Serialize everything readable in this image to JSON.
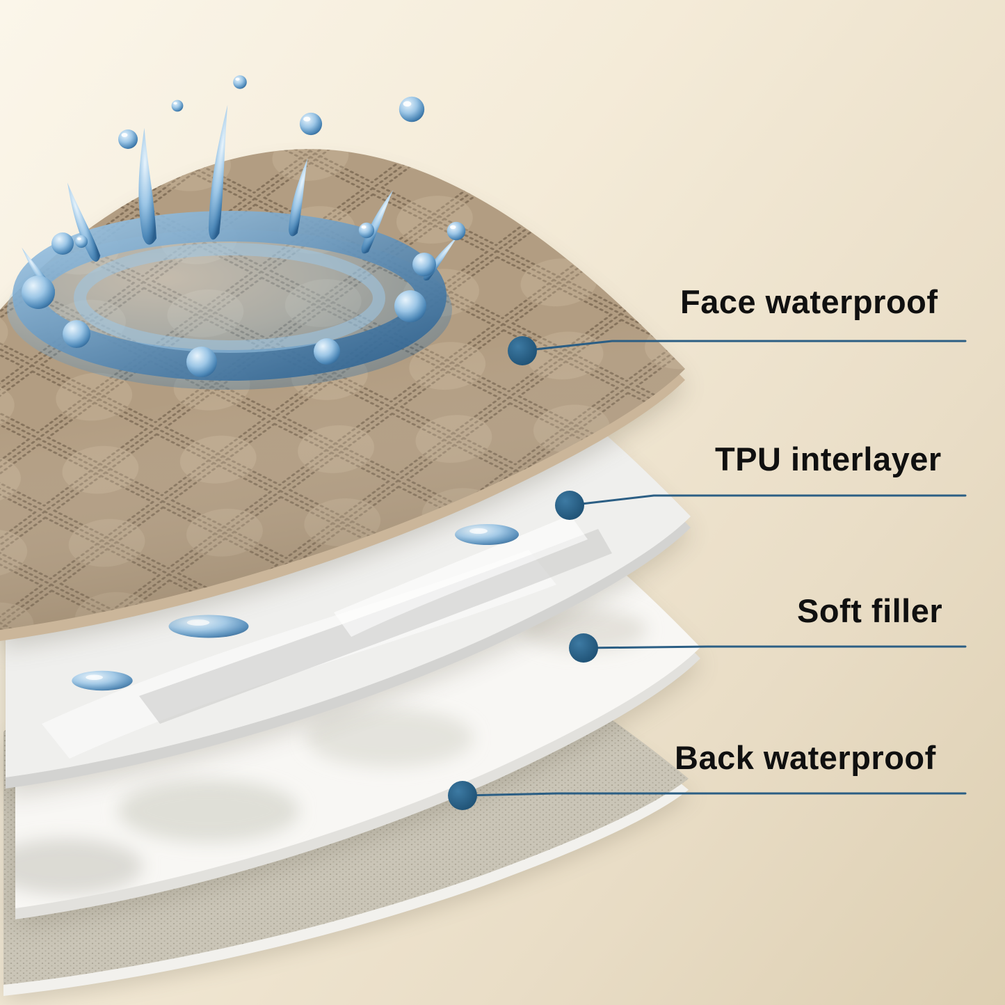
{
  "diagram": {
    "type": "layer-structure",
    "callouts": [
      {
        "label": "Face waterproof"
      },
      {
        "label": "TPU interlayer"
      },
      {
        "label": "Soft filler"
      },
      {
        "label": "Back waterproof"
      }
    ]
  },
  "colors": {
    "background_start": "#fbf6ea",
    "background_end": "#ddcfb2",
    "accent_line": "#2b5e84",
    "dot_light": "#3d7aa3",
    "dot_dark": "#1d4f72",
    "label_text": "#101010",
    "face_layer": "#b29d82",
    "face_edge": "#cbb69a",
    "face_stitch": "#85725b",
    "tpu_layer": "#efefed",
    "tpu_edge": "#d3d3d1",
    "filler_layer": "#f8f7f4",
    "filler_edge": "#e2e1dd",
    "back_layer": "#cac5b7",
    "back_edge": "#f2f1ed",
    "back_dot": "#a9a393",
    "water_deep": "#2a5f8e",
    "water_mid": "#4d88b8",
    "water_light": "#9cc6e6",
    "water_pale": "#e8f4fc",
    "shadow": "#5a5340"
  }
}
